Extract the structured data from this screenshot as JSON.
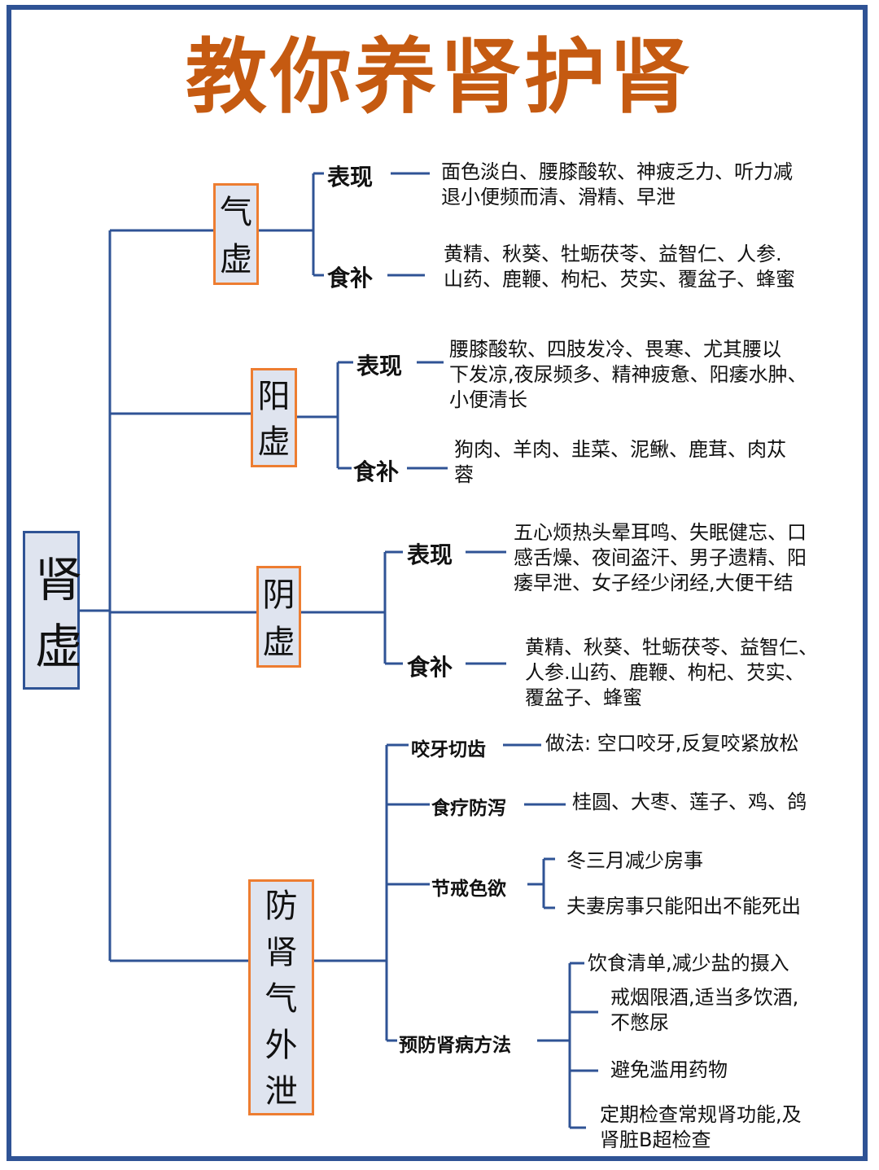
{
  "title": "教你养肾护肾",
  "root": "肾虚",
  "qixu": {
    "label": "气虚",
    "biaoxian_label": "表现",
    "biaoxian_lines": [
      "面色淡白、腰膝酸软、神疲乏力、听力减",
      "退小便频而清、滑精、早泄"
    ],
    "shibu_label": "食补",
    "shibu_lines": [
      "黄精、秋葵、牡蛎茯苓、益智仁、人参.",
      "山药、鹿鞭、枸杞、芡实、覆盆子、蜂蜜"
    ]
  },
  "yangxu": {
    "label": "阳虚",
    "biaoxian_label": "表现",
    "biaoxian_lines": [
      "腰膝酸软、四肢发冷、畏寒、尤其腰以",
      "下发凉,夜尿频多、精神疲惫、阳痿水肿、",
      "小便清长"
    ],
    "shibu_label": "食补",
    "shibu_lines": [
      "狗肉、羊肉、韭菜、泥鳅、鹿茸、肉苁",
      "蓉"
    ]
  },
  "yinxu": {
    "label": "阴虚",
    "biaoxian_label": "表现",
    "biaoxian_lines": [
      "五心烦热头晕耳鸣、失眠健忘、口",
      "感舌燥、夜间盗汗、男子遗精、阳",
      "痿早泄、女子经少闭经,大便干结"
    ],
    "shibu_label": "食补",
    "shibu_lines": [
      "黄精、秋葵、牡蛎茯苓、益智仁、",
      "人参.山药、鹿鞭、枸杞、芡实、",
      "覆盆子、蜂蜜"
    ]
  },
  "fang": {
    "label": "防肾气外泄",
    "yaoya_label": "咬牙切齿",
    "yaoya_text": "做法:  空口咬牙,反复咬紧放松",
    "shiliao_label": "食疗防泻",
    "shiliao_text": "桂圆、大枣、莲子、鸡、鸽",
    "jiejie_label": "节戒色欲",
    "jiejie_items": [
      "冬三月减少房事",
      "夫妻房事只能阳出不能死出"
    ],
    "yufang_label": "预防肾病方法",
    "yufang_items": [
      [
        "饮食清单,减少盐的摄入"
      ],
      [
        "戒烟限酒,适当多饮酒,",
        "不憋尿"
      ],
      [
        "避免滥用药物"
      ],
      [
        "定期检查常规肾功能,及",
        "肾脏B超检查"
      ]
    ]
  },
  "colors": {
    "title": "#c55a11",
    "frame": "#2f5395",
    "node_border": "#ed7d31",
    "node_fill": "#dfe4ef",
    "line": "#2f5395"
  }
}
